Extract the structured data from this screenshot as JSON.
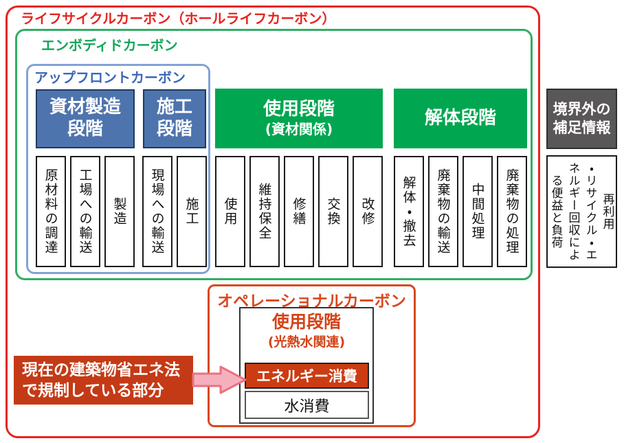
{
  "title": "ライフサイクルカーボン（ホールライフカーボン）",
  "embodied": {
    "title": "エンボディドカーボン"
  },
  "upfront": {
    "title": "アップフロントカーボン"
  },
  "headers": {
    "material_production": {
      "lines": [
        "資材製造",
        "段階"
      ]
    },
    "construction": {
      "lines": [
        "施工",
        "段階"
      ]
    },
    "use_material": {
      "line1": "使用段階",
      "line2": "(資材関係)"
    },
    "demolition": {
      "label": "解体段階"
    },
    "outside_boundary": {
      "lines": [
        "境界外の",
        "補足情報"
      ]
    }
  },
  "columns": {
    "material_production": [
      "原材料の調達",
      "工場への輸送",
      "製造"
    ],
    "construction": [
      "現場への輸送",
      "施工"
    ],
    "use_material": [
      "使用",
      "維持保全",
      "修繕",
      "交換",
      "改修"
    ],
    "demolition": [
      "解体・撤去",
      "廃棄物の輸送",
      "中間処理",
      "廃棄物の処理"
    ]
  },
  "outside_boundary_body": {
    "lines": [
      "再利用",
      "・リサイクル・エ",
      "ネルギー回収によ",
      "る便益と負荷"
    ]
  },
  "operational": {
    "title": "オペレーショナルカーボン",
    "use_stage": {
      "line1": "使用段階",
      "line2": "(光熱水関連)"
    },
    "energy_label": "エネルギー消費",
    "water_label": "水消費"
  },
  "regulation_note": {
    "lines": [
      "現在の建築物省エネ法",
      "で規制している部分"
    ]
  },
  "icons": {
    "arrow": "pink-right-arrow"
  },
  "colors": {
    "lifecycle_red": "#e62420",
    "embodied_green_border": "#2fae63",
    "stage_green_fill": "#00a650",
    "upfront_blue_border": "#82a2d8",
    "upfront_blue_text": "#3a68b8",
    "stage_blue_fill": "#4e74ae",
    "stage_blue_border": "#1c3a5f",
    "outside_gray_fill": "#595757",
    "operational_orange": "#d8481e",
    "regulated_dark_red": "#c43a16",
    "energy_fill": "#cc3c12",
    "arrow_pink_fill": "#f6b0bd",
    "arrow_pink_stroke": "#e8727f"
  }
}
